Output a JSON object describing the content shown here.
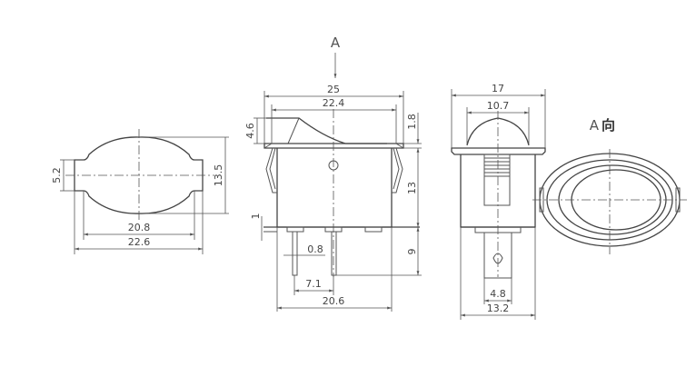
{
  "diagram": {
    "type": "technical drawing - rocker switch",
    "views": {
      "top_outline": {
        "dims": {
          "height_left": "5.2",
          "height": "13.5",
          "inner_width": "20.8",
          "outer_width": "22.6"
        }
      },
      "front": {
        "view_marker": "A",
        "dims": {
          "top_width": "25",
          "rocker_width": "22.4",
          "rocker_height": "4.6",
          "flange": "1.8",
          "body_height": "13",
          "base_step": "1",
          "pin_width": "0.8",
          "pin_pitch": "7.1",
          "body_width": "20.6",
          "pin_length": "9"
        }
      },
      "side": {
        "dims": {
          "top_width": "17",
          "rocker_width": "10.7",
          "terminal_width": "4.8",
          "body_width": "13.2"
        }
      },
      "view_a": {
        "label_letter": "A",
        "label_suffix": "向"
      }
    }
  }
}
